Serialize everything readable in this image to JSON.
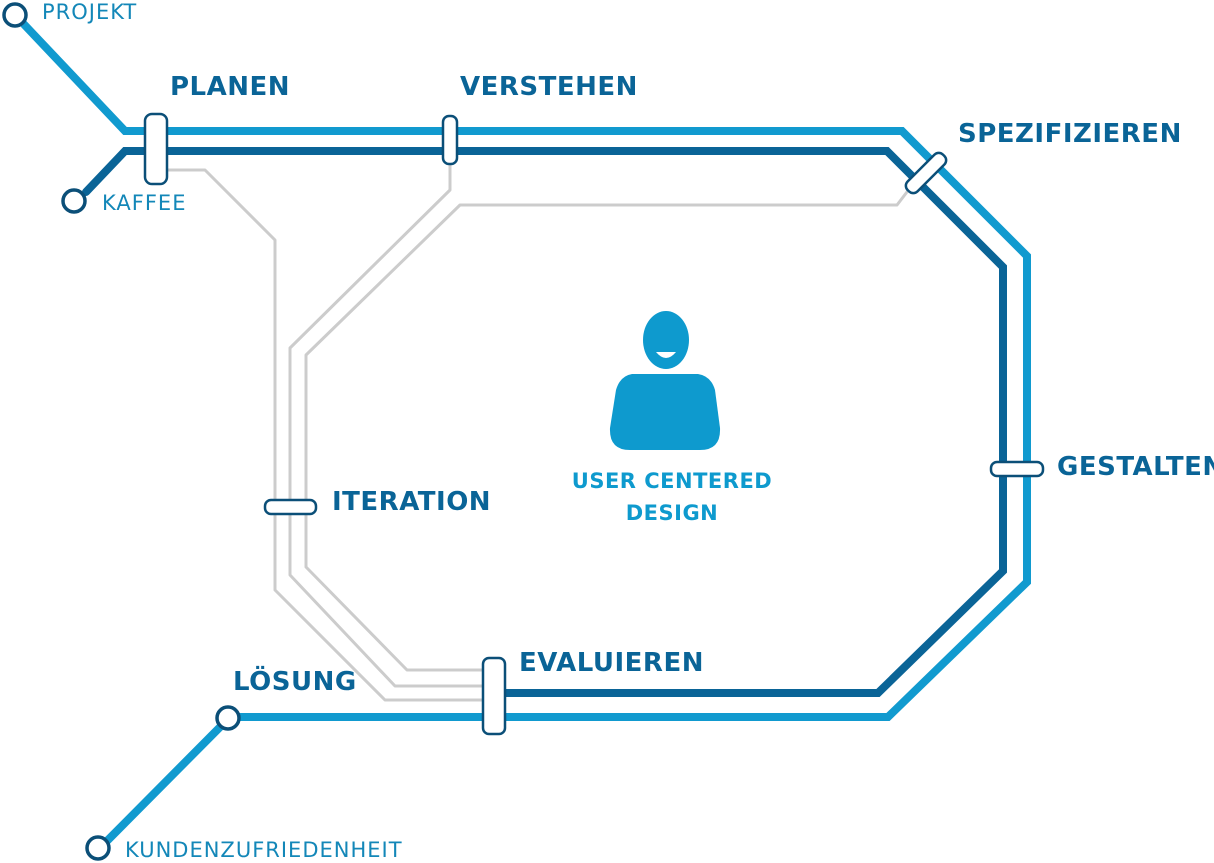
{
  "colors": {
    "light_line": "#119ACF",
    "dark_line": "#0A6497",
    "iteration_line": "#CCCCCC",
    "label": "#0A6497",
    "terminal_label": "#1387B8",
    "center": "#0E9ACE",
    "station_fill": "#FFFFFF",
    "station_stroke": "#0B4F78",
    "terminal_stroke": "#0B4F78"
  },
  "terminals": {
    "projekt": "PROJEKT",
    "kaffee": "KAFFEE",
    "kundenzufriedenheit": "KUNDENZUFRIEDENHEIT",
    "loesung": "LÖSUNG"
  },
  "stations": {
    "planen": "PLANEN",
    "verstehen": "VERSTEHEN",
    "spezifizieren": "SPEZIFIZIEREN",
    "gestalten": "GESTALTEN",
    "evaluieren": "EVALUIEREN",
    "iteration": "ITERATION"
  },
  "center": {
    "icon": "user-icon",
    "line1": "USER CENTERED",
    "line2": "DESIGN"
  }
}
